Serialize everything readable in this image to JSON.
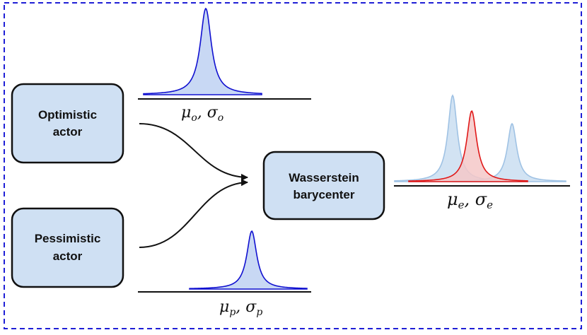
{
  "boxes": {
    "optimistic": {
      "line1": "Optimistic",
      "line2": "actor"
    },
    "pessimistic": {
      "line1": "Pessimistic",
      "line2": "actor"
    },
    "barycenter": {
      "line1": "Wasserstein",
      "line2": "barycenter"
    }
  },
  "labels": {
    "optimistic_dist": {
      "mu": "μ",
      "mu_sub": "o",
      "sep": ", ",
      "sigma": "σ",
      "sigma_sub": "o"
    },
    "pessimistic_dist": {
      "mu": "μ",
      "mu_sub": "p",
      "sep": ", ",
      "sigma": "σ",
      "sigma_sub": "p"
    },
    "ensemble_dist": {
      "mu": "μ",
      "mu_sub": "e",
      "sep": ", ",
      "sigma": "σ",
      "sigma_sub": "e"
    }
  },
  "colors": {
    "frame_border": "#1f1fd6",
    "box_fill": "#cfe0f3",
    "box_stroke": "#111111",
    "actor_curve_stroke": "#1010d0",
    "actor_curve_fill": "#c8d8f4",
    "faded_curve_stroke": "#9fc2e4",
    "faded_curve_fill": "#cde0f2",
    "barycenter_curve_stroke": "#e01818",
    "barycenter_curve_fill": "#f4c8c8"
  }
}
